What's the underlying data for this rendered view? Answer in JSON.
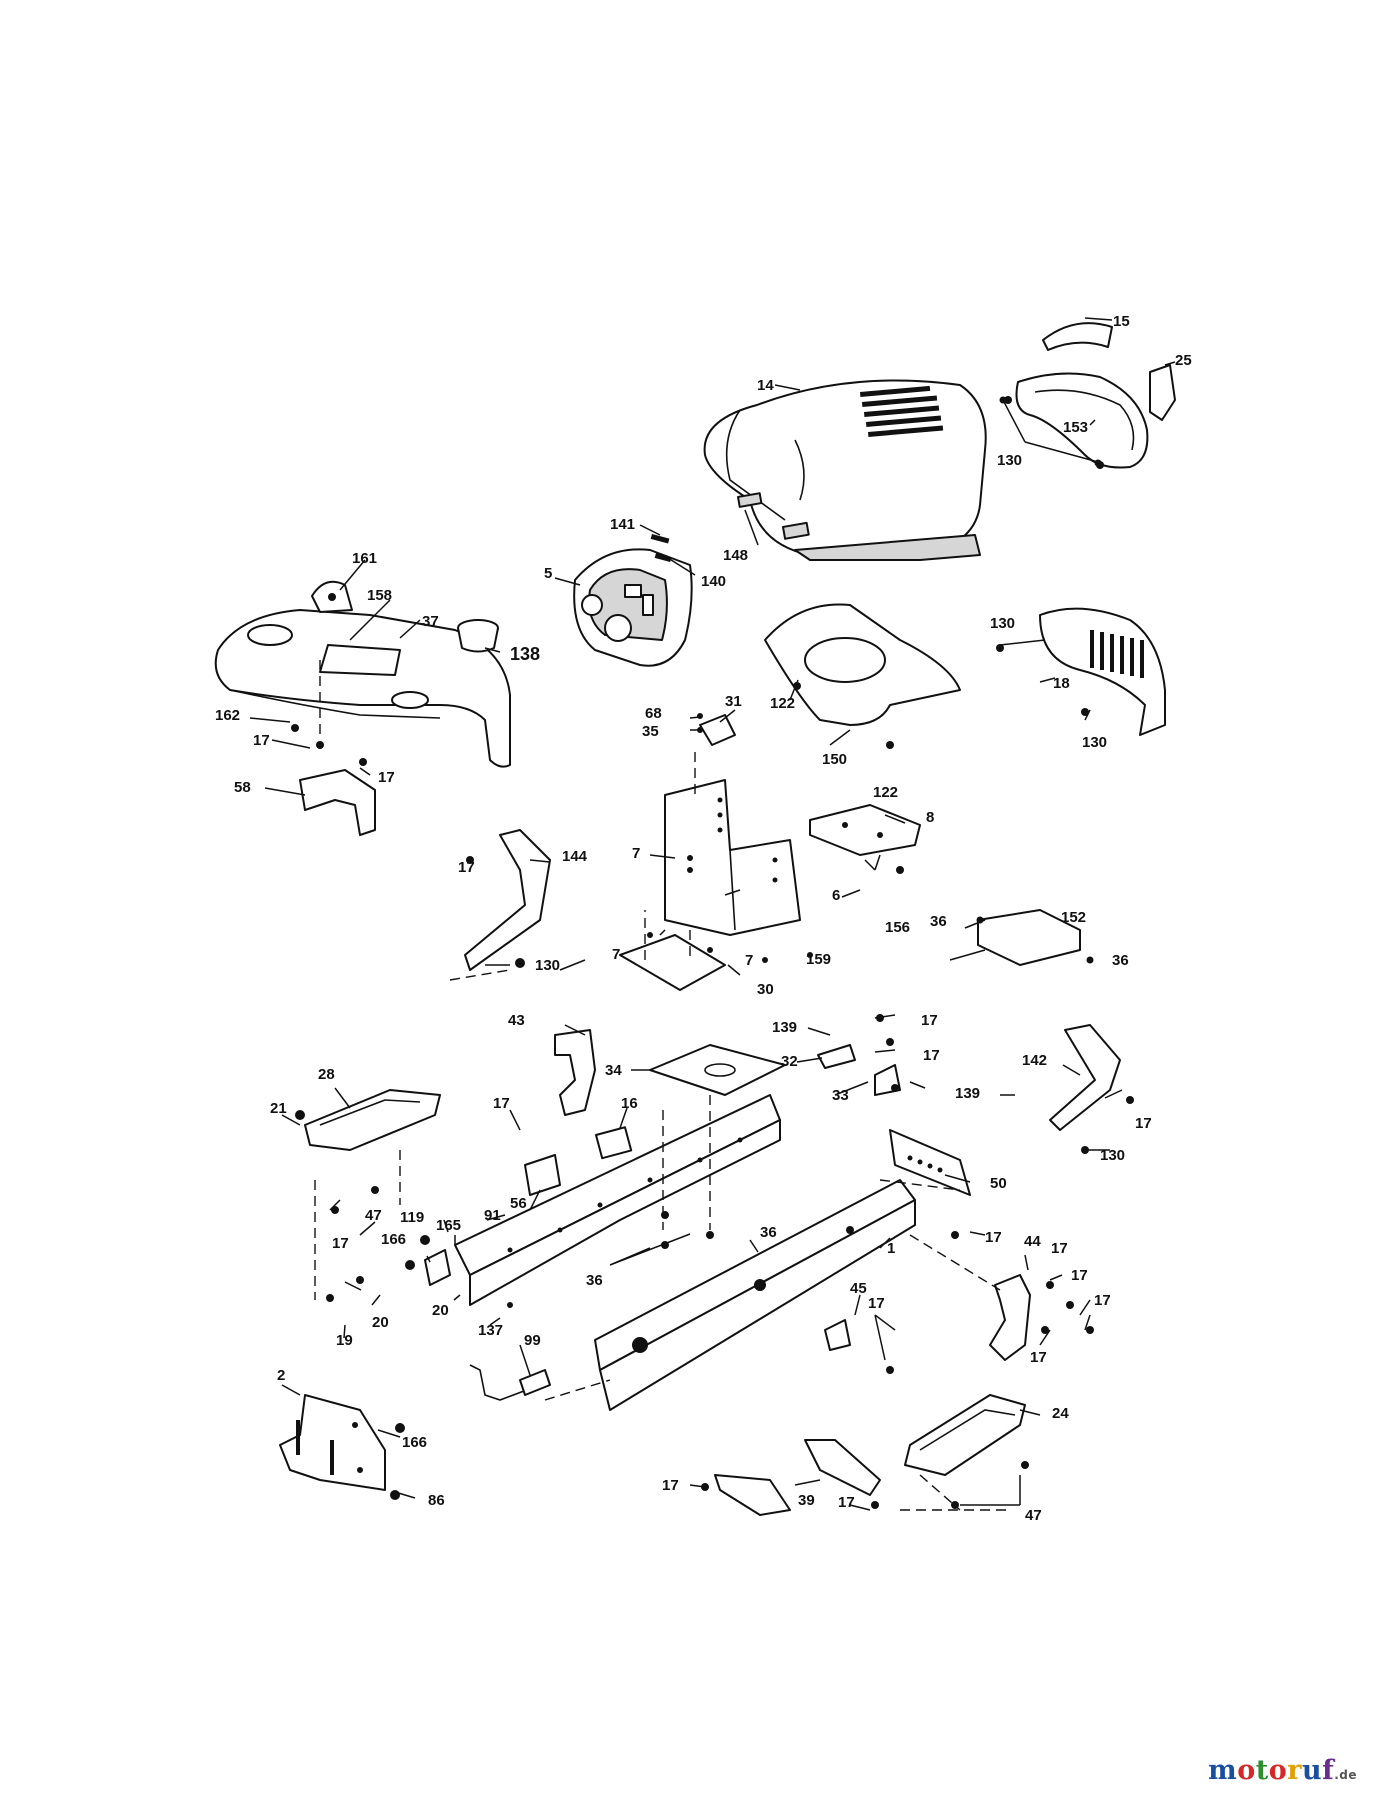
{
  "watermark": {
    "brand": "motoruf",
    "tld": ".de",
    "letters": [
      "m",
      "o",
      "t",
      "o",
      "r",
      "u",
      "f"
    ]
  },
  "callouts": {
    "c15": "15",
    "c25": "25",
    "c14": "14",
    "c153": "153",
    "c130a": "130",
    "c148": "148",
    "c141": "141",
    "c140": "140",
    "c5": "5",
    "c161": "161",
    "c158": "158",
    "c37": "37",
    "c138": "138",
    "c162": "162",
    "c17a": "17",
    "c17b": "17",
    "c58": "58",
    "c130b": "130",
    "c18": "18",
    "c130c": "130",
    "c68": "68",
    "c35": "35",
    "c31": "31",
    "c122a": "122",
    "c150": "150",
    "c122b": "122",
    "c8": "8",
    "c7a": "7",
    "c6": "6",
    "c156": "156",
    "c7b": "7",
    "c7c": "7",
    "c159": "159",
    "c30": "30",
    "c36a": "36",
    "c152": "152",
    "c36b": "36",
    "c17c": "17",
    "c144": "144",
    "c130d": "130",
    "c43": "43",
    "c139a": "139",
    "c17d": "17",
    "c32": "32",
    "c17e": "17",
    "c34": "34",
    "c33": "33",
    "c139b": "139",
    "c142": "142",
    "c17f": "17",
    "c130e": "130",
    "c28": "28",
    "c21": "21",
    "c17g": "17",
    "c16": "16",
    "c47a": "47",
    "c56": "56",
    "c17h": "17",
    "c91": "91",
    "c119": "119",
    "c165": "165",
    "c166a": "166",
    "c50": "50",
    "c17i": "17",
    "c36c": "36",
    "c1": "1",
    "c44": "44",
    "c17j": "17",
    "c17k": "17",
    "c17l": "17",
    "c36d": "36",
    "c20a": "20",
    "c19": "19",
    "c20b": "20",
    "c137": "137",
    "c45": "45",
    "c17m": "17",
    "c17n": "17",
    "c99": "99",
    "c2": "2",
    "c166b": "166",
    "c86": "86",
    "c24": "24",
    "c17o": "17",
    "c39": "39",
    "c17p": "17",
    "c47b": "47"
  }
}
